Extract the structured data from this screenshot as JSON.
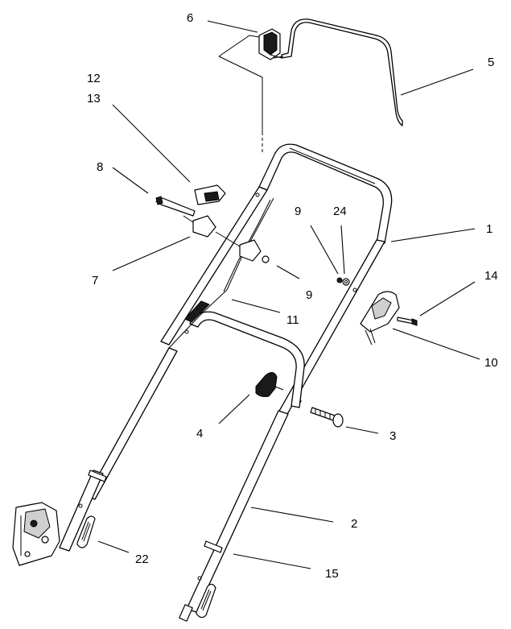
{
  "diagram": {
    "callouts": [
      {
        "id": "p1",
        "label": "1"
      },
      {
        "id": "p2",
        "label": "2"
      },
      {
        "id": "p3",
        "label": "3"
      },
      {
        "id": "p4",
        "label": "4"
      },
      {
        "id": "p5",
        "label": "5"
      },
      {
        "id": "p6",
        "label": "6"
      },
      {
        "id": "p7",
        "label": "7"
      },
      {
        "id": "p8",
        "label": "8"
      },
      {
        "id": "p9a",
        "label": "9"
      },
      {
        "id": "p9b",
        "label": "9"
      },
      {
        "id": "p10",
        "label": "10"
      },
      {
        "id": "p11",
        "label": "11"
      },
      {
        "id": "p12",
        "label": "12"
      },
      {
        "id": "p13",
        "label": "13"
      },
      {
        "id": "p14",
        "label": "14"
      },
      {
        "id": "p15",
        "label": "15"
      },
      {
        "id": "p22",
        "label": "22"
      },
      {
        "id": "p24",
        "label": "24"
      }
    ]
  }
}
